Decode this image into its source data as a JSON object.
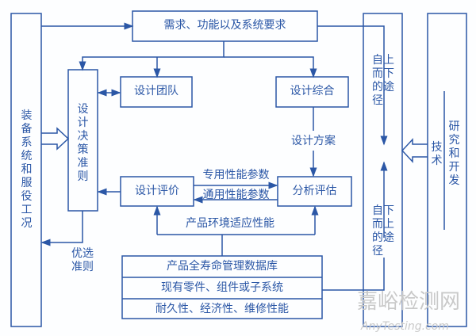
{
  "colors": {
    "line": "#2b57a6",
    "watermark": "#c9c9c9"
  },
  "nodes": {
    "requirements": "需求、功能以及系统要求",
    "service_conditions": "装备系统和服役工况",
    "decision_criteria": "设计决策准则",
    "design_team": "设计团队",
    "design_synthesis": "设计综合",
    "design_evaluation": "设计评价",
    "analysis_assessment": "分析评估",
    "top_down": "自上而下的途径",
    "bottom_up": "自下而上的途径",
    "research": "研究和开发",
    "technology": "技术",
    "database_rows": [
      "产品全寿命管理数据库",
      "现有零件、组件或子系统",
      "耐久性、经济性、维修性能"
    ]
  },
  "edge_labels": {
    "design_scheme": "设计方案",
    "special_params": "专用性能参数",
    "general_params": "通用性能参数",
    "env_adaptability": "产品环境适应性能",
    "optimal_criteria": "优选准则"
  },
  "watermark": {
    "cn": "嘉峪检测网",
    "en": "AnyTesting.com"
  }
}
